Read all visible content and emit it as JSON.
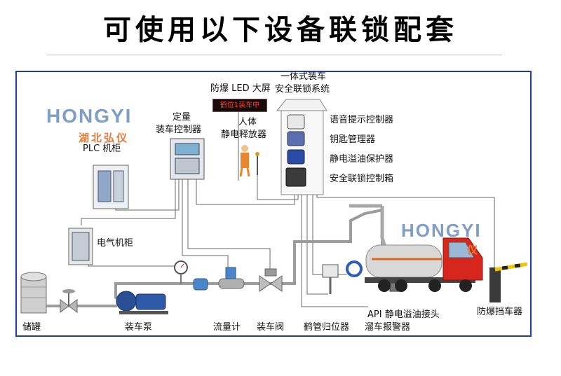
{
  "header": {
    "title": "可使用以下设备联锁配套"
  },
  "watermark": {
    "brand": "HONGYI",
    "brand_cn": "湖北弘仪",
    "brand_cn_partial": "仪",
    "color": "#7f9ec6",
    "accent": "#e87a3c"
  },
  "led": {
    "text": "鹤位1装车中"
  },
  "labels": {
    "plc": "PLC 机柜",
    "electric": "电气机柜",
    "tank": "储罐",
    "pump": "装车泵",
    "flowmeter": "流量计",
    "valve": "装车阀",
    "crane_return": "鹤管归位器",
    "overflow": "溜车报警器",
    "api": "API 静电溢油接头",
    "blocker": "防爆挡车器",
    "controller_line1": "定量",
    "controller_line2": "装车控制器",
    "led_screen": "防爆 LED 大屏",
    "human_line1": "人体",
    "human_line2": "静电释放器",
    "system_line1": "一体式装车",
    "system_line2": "安全联锁系统",
    "voice": "语音提示控制器",
    "key": "钥匙管理器",
    "static_overflow": "静电溢油保护器",
    "safety_box": "安全联锁控制箱"
  },
  "colors": {
    "frame": "#1f3fa0",
    "pipe": "#8a8a8a",
    "truck_cab": "#d7261e",
    "tank_body": "#cfcfcf"
  }
}
